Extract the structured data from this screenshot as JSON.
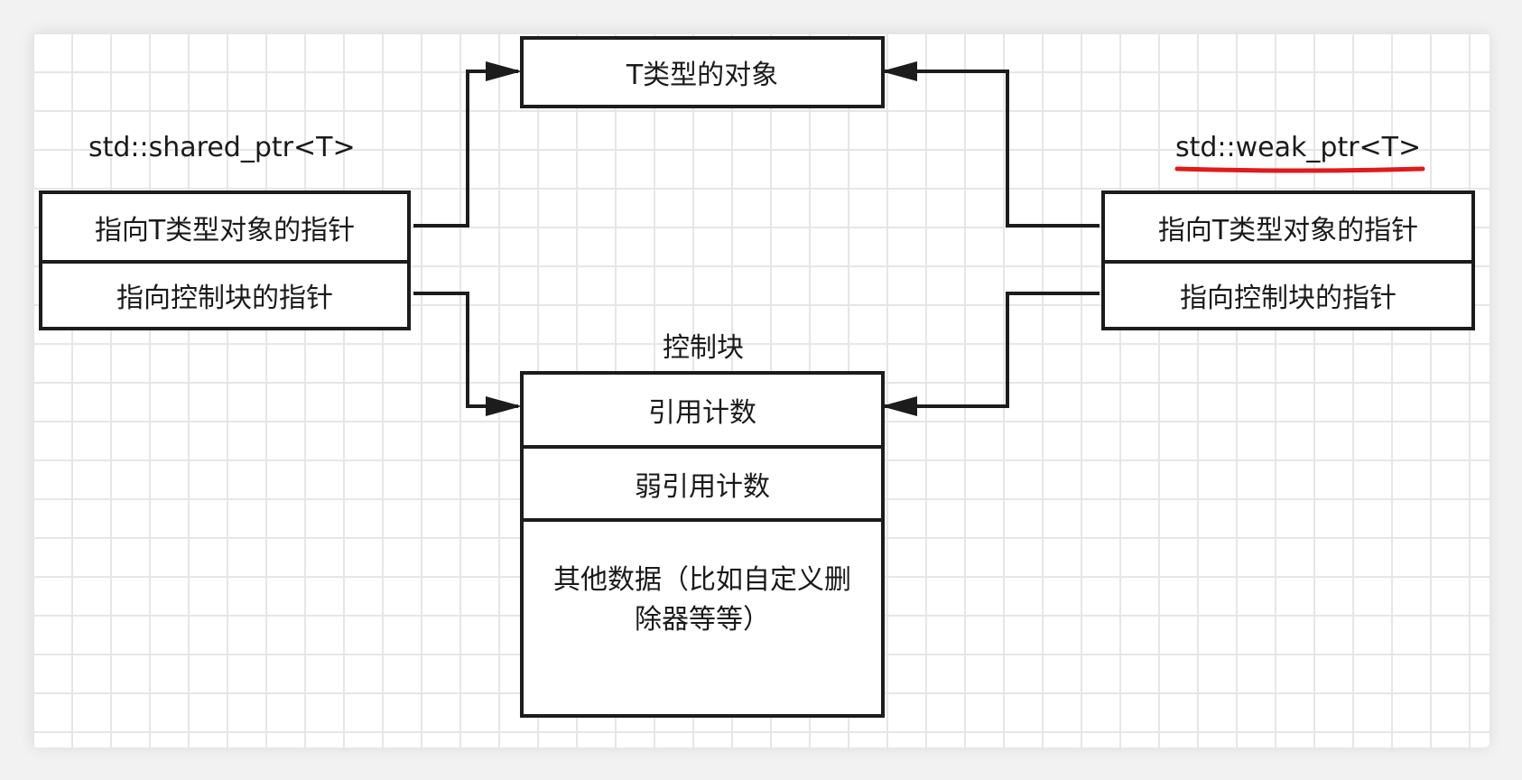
{
  "object_box": {
    "label": "T类型的对象"
  },
  "shared_ptr": {
    "title": "std::shared_ptr<T>",
    "rows": [
      "指向T类型对象的指针",
      "指向控制块的指针"
    ]
  },
  "weak_ptr": {
    "title": "std::weak_ptr<T>",
    "rows": [
      "指向T类型对象的指针",
      "指向控制块的指针"
    ]
  },
  "control_block": {
    "title": "控制块",
    "rows": [
      "引用计数",
      "弱引用计数",
      "其他数据（比如自定义删除器等等）"
    ]
  },
  "colors": {
    "stroke": "#1c1c1c",
    "grid": "#e6e6e6",
    "underline": "#e01b1b"
  }
}
